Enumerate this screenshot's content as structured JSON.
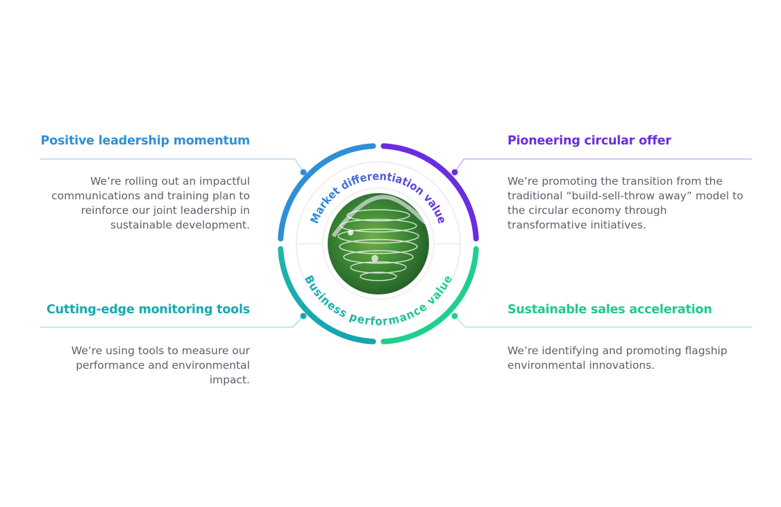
{
  "center": {
    "top_label": "Market differentiation value",
    "bottom_label": "Business performance value"
  },
  "pillars": [
    {
      "title": "Positive leadership momentum",
      "text": "We’re rolling out an impactful communications and training plan to reinforce our joint leadership in sustainable development."
    },
    {
      "title": "Pioneering circular offer",
      "text": "We’re promoting the transition from the traditional “build-sell-throw away” model to the circular economy through transformative initiatives."
    },
    {
      "title": "Cutting-edge monitoring tools",
      "text": "We’re using tools to measure our performance and environmental impact."
    },
    {
      "title": "Sustainable sales acceleration",
      "text": "We’re identifying and promoting flagship environmental innovations."
    }
  ],
  "colors": {
    "blue": "#2f8fd6",
    "purple": "#6a2ee0",
    "teal": "#16aab0",
    "green": "#1fd08c"
  }
}
